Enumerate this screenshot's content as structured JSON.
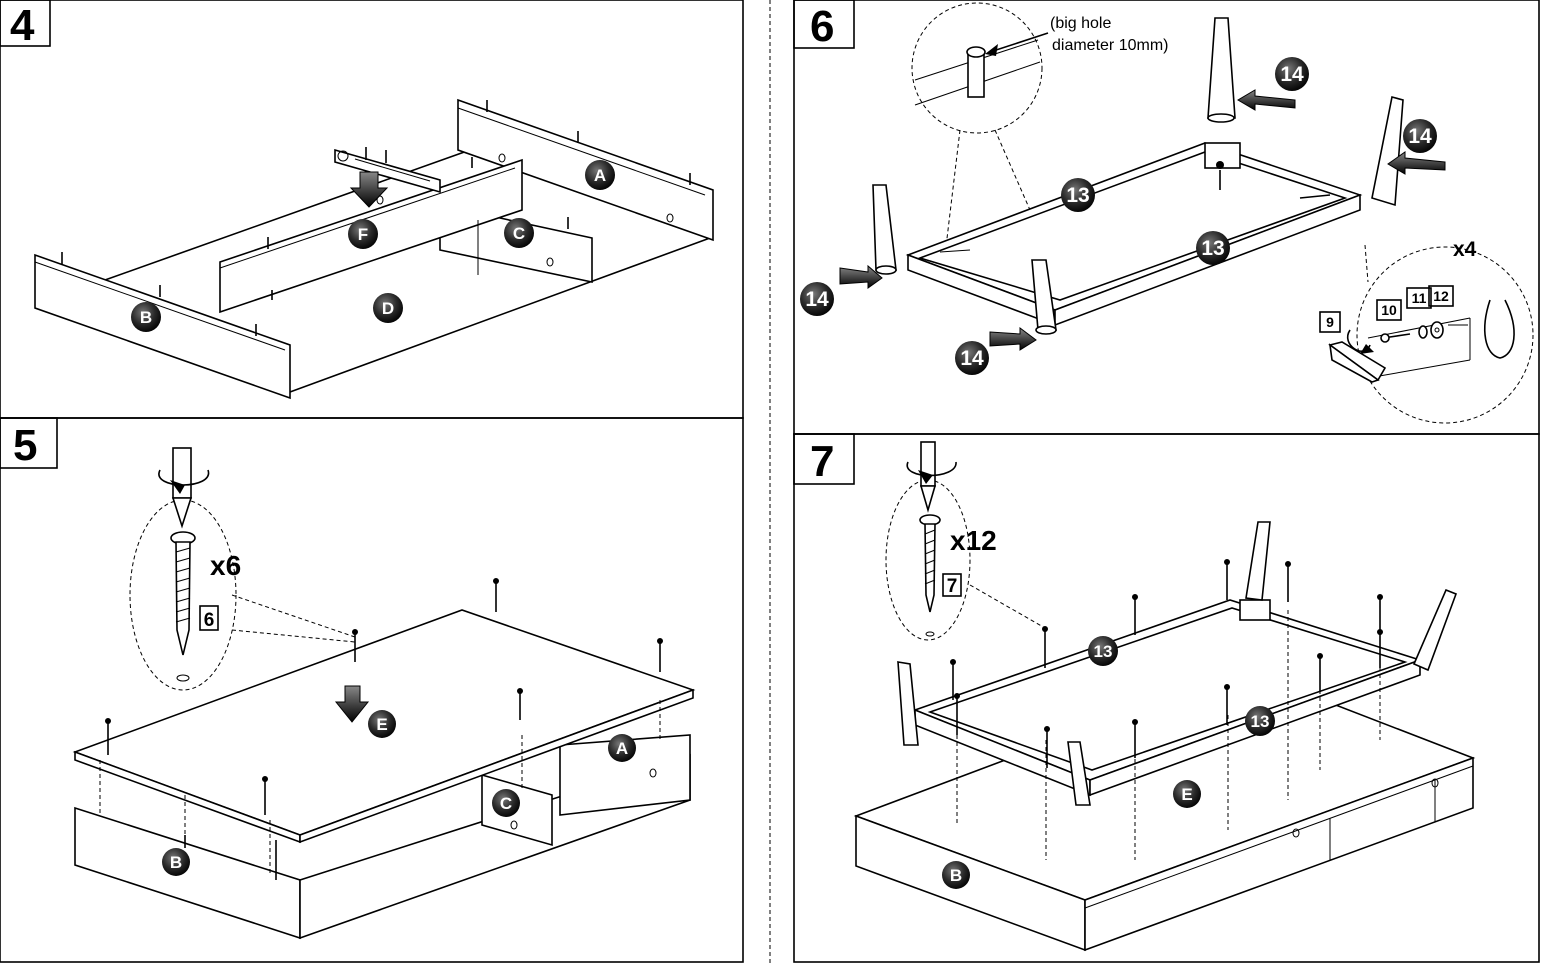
{
  "steps": [
    {
      "number": "4",
      "parts": [
        "A",
        "B",
        "C",
        "D",
        "F"
      ]
    },
    {
      "number": "5",
      "parts": [
        "A",
        "B",
        "C",
        "E"
      ],
      "screw_qty": "x6",
      "screw_part": "6"
    },
    {
      "number": "6",
      "note_line1": "(big hole",
      "note_line2": "diameter 10mm)",
      "parts": [
        "13",
        "14"
      ],
      "qty": "x4",
      "hardware": [
        "9",
        "10",
        "11",
        "12"
      ]
    },
    {
      "number": "7",
      "parts": [
        "13",
        "B",
        "E"
      ],
      "screw_qty": "x12",
      "screw_part": "7"
    }
  ],
  "colors": {
    "line": "#000000",
    "background": "#ffffff",
    "marker": "#222222"
  }
}
